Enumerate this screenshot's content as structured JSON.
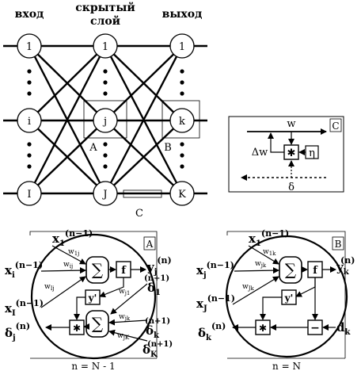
{
  "labels": {
    "input": "вход",
    "hidden_line1": "скрытый",
    "hidden_line2": "слой",
    "output": "выход"
  },
  "nodes": {
    "input": [
      "1",
      "i",
      "I"
    ],
    "hidden": [
      "1",
      "j",
      "J"
    ],
    "output": [
      "1",
      "k",
      "K"
    ]
  },
  "regions": {
    "A": "A",
    "B": "B",
    "C": "C"
  },
  "inset_c": {
    "w": "w",
    "dw": "Δw",
    "eta": "η",
    "delta": "δ",
    "mult": "✱",
    "tag": "C"
  },
  "panel_a": {
    "tag": "A",
    "x1_base": "x",
    "x1_sub": "1",
    "x1_sup": "(n−1)",
    "xi_base": "x",
    "xi_sub": "i",
    "xi_sup": "(n−1)",
    "xI_base": "x",
    "xI_sub": "I",
    "xI_sup": "(n−1)",
    "w_ij": "w",
    "w_ij_sub": "ij",
    "w_1j": "w",
    "w_1j_sub": "1j",
    "w_Ij": "w",
    "w_Ij_sub": "Ij",
    "w_j1": "w",
    "w_j1_sub": "j1",
    "w_jk": "w",
    "w_jk_sub": "jk",
    "w_jK": "w",
    "w_jK_sub": "jK",
    "sum": "∑",
    "f": "f",
    "yprime": "y'",
    "mult": "✱",
    "yj_base": "y",
    "yj_sub": "j",
    "yj_sup": "(n)",
    "d1_base": "δ",
    "d1_sub": "1",
    "d1_sup": "(n+1)",
    "dk_base": "δ",
    "dk_sub": "k",
    "dk_sup": "(n+1)",
    "dK_base": "δ",
    "dK_sub": "K",
    "dK_sup": "(n+1)",
    "dj_base": "δ",
    "dj_sub": "j",
    "dj_sup": "(n)",
    "caption": "n = N - 1"
  },
  "panel_b": {
    "tag": "B",
    "x1_base": "x",
    "x1_sub": "1",
    "x1_sup": "(n−1)",
    "xj_base": "x",
    "xj_sub": "j",
    "xj_sup": "(n−1)",
    "xJ_base": "x",
    "xJ_sub": "J",
    "xJ_sup": "(n−1)",
    "w_jk": "w",
    "w_jk_sub": "jk",
    "w_1k": "w",
    "w_1k_sub": "1k",
    "w_Jk": "w",
    "w_Jk_sub": "Jk",
    "sum": "∑",
    "f": "f",
    "yprime": "y'",
    "mult": "✱",
    "minus": "−",
    "yk_base": "y",
    "yk_sub": "k",
    "yk_sup": "(n)",
    "dk_base": "d",
    "dk_sub": "k",
    "delta_base": "δ",
    "delta_sub": "k",
    "delta_sup": "(n)",
    "caption": "n = N"
  }
}
